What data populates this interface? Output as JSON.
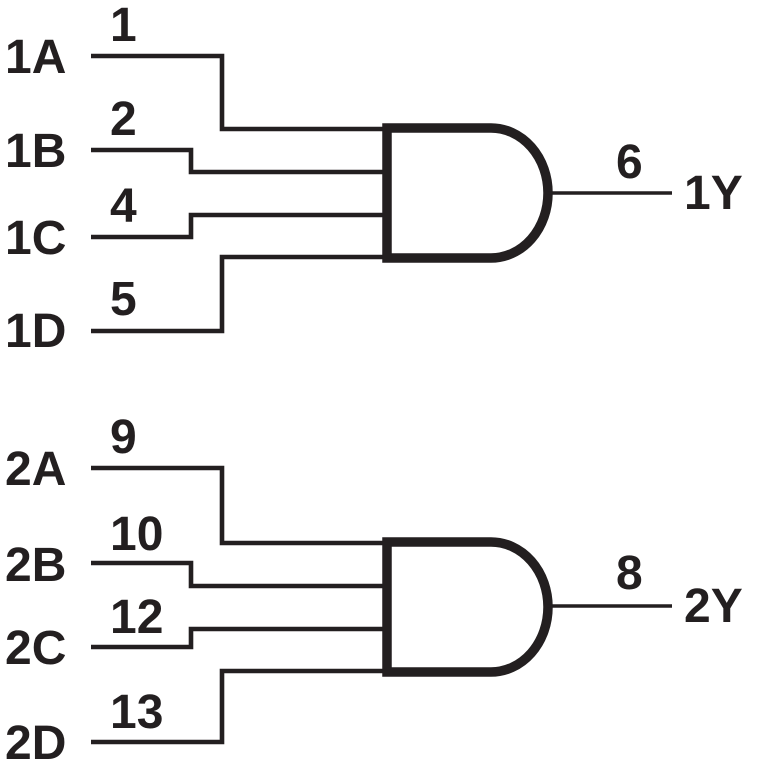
{
  "diagram": {
    "ink_color": "#231f20",
    "background_color": "#ffffff",
    "gates": [
      {
        "symbol": "and-gate",
        "inputs": [
          {
            "label": "1A",
            "pin": "1"
          },
          {
            "label": "1B",
            "pin": "2"
          },
          {
            "label": "1C",
            "pin": "4"
          },
          {
            "label": "1D",
            "pin": "5"
          }
        ],
        "output": {
          "label": "1Y",
          "pin": "6"
        }
      },
      {
        "symbol": "and-gate",
        "inputs": [
          {
            "label": "2A",
            "pin": "9"
          },
          {
            "label": "2B",
            "pin": "10"
          },
          {
            "label": "2C",
            "pin": "12"
          },
          {
            "label": "2D",
            "pin": "13"
          }
        ],
        "output": {
          "label": "2Y",
          "pin": "8"
        }
      }
    ]
  }
}
